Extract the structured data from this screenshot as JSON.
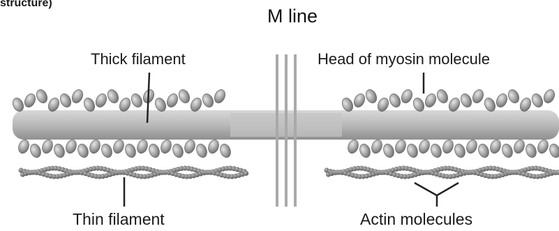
{
  "labels": {
    "partial_top": "structure)",
    "m_line": "M line",
    "thick_filament": "Thick filament",
    "head_of_myosin": "Head of myosin molecule",
    "thin_filament": "Thin filament",
    "actin_molecules": "Actin molecules"
  },
  "colors": {
    "filament_core": "#b9b9b9",
    "myosin_head": "#9c9c9c",
    "actin": "#6f6f6f",
    "leader_line": "#222222"
  }
}
